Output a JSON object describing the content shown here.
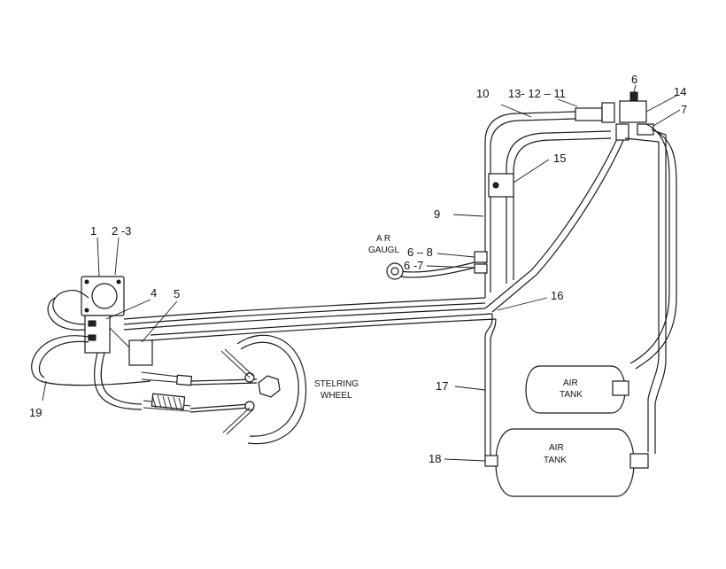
{
  "callouts": {
    "c1": "1",
    "c2_3": "2 -3",
    "c4": "4",
    "c5": "5",
    "c6": "6",
    "c6_7": "6 -7",
    "c6_8": "6 – 8",
    "c7": "7",
    "c9": "9",
    "c10": "10",
    "c13_12_11": "13- 12 – 11",
    "c14": "14",
    "c15": "15",
    "c16": "16",
    "c17": "17",
    "c18": "18",
    "c19": "19"
  },
  "labels": {
    "air_gauge_line1": "A R",
    "air_gauge_line2": "GAUGL",
    "steering_line1": "STELRING",
    "steering_line2": "WHEEL",
    "tank_upper_line1": "AIR",
    "tank_upper_line2": "TANK",
    "tank_lower_line1": "AIR",
    "tank_lower_line2": "TANK"
  },
  "colors": {
    "ink": "#1a1a1a",
    "background": "#ffffff"
  }
}
